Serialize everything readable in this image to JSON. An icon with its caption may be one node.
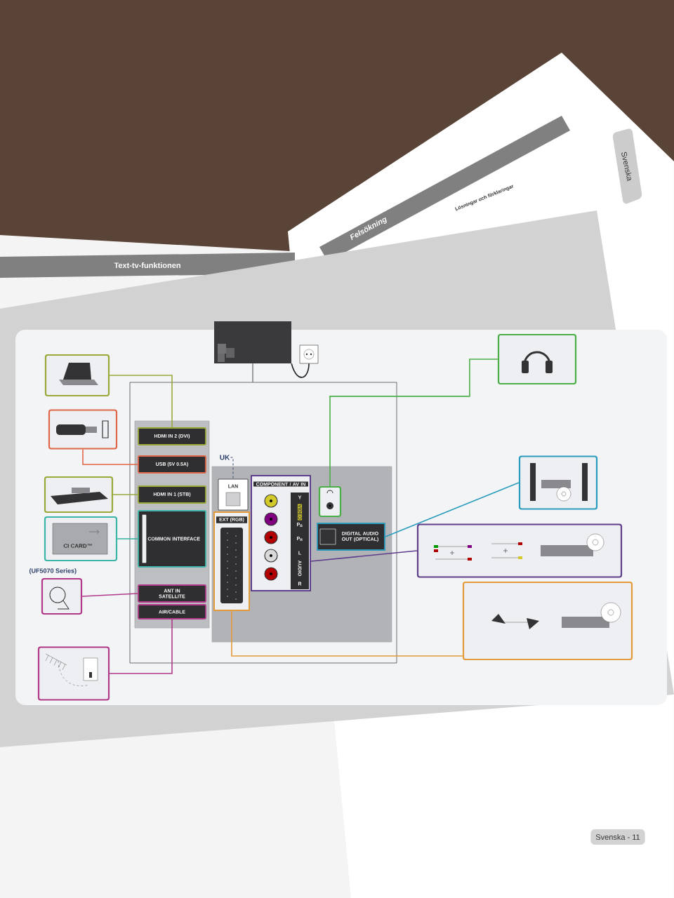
{
  "diagram": {
    "nodes": [
      {
        "text": [],
        "shape": "picture"
      },
      {
        "text": [],
        "shape": "picture"
      },
      {
        "text": [],
        "shape": "picture"
      },
      {
        "text": [
          "CI CARD™"
        ]
      },
      {
        "text": [],
        "shape": "picture",
        "beside": [
          "(UF5070 Series)"
        ]
      },
      {
        "text": [],
        "shape": "picture"
      },
      {
        "text": [],
        "shape": "picture"
      },
      {
        "text": [],
        "shape": "picture"
      },
      {
        "text": [],
        "shape": "picture"
      },
      {
        "text": [],
        "shape": "picture"
      },
      {
        "text": [],
        "shape": "picture"
      },
      {
        "text": [],
        "shape": "picture"
      },
      {
        "text": [],
        "shape": "box"
      },
      {
        "text": [],
        "shape": "box",
        "in": 12
      },
      {
        "text": [
          "HDMI IN 2 (DVI)"
        ],
        "in": 13
      },
      {
        "text": [
          "USB (5V 0.5A)"
        ],
        "in": 13
      },
      {
        "text": [
          "HDMI IN 1 (STB)"
        ],
        "in": 13
      },
      {
        "text": [
          "COMMON INTERFACE"
        ],
        "in": 13
      },
      {
        "text": [
          "ANT IN",
          "SATELLITE"
        ],
        "in": 13
      },
      {
        "text": [
          "AIR/CABLE"
        ],
        "in": 13
      },
      {
        "text": [],
        "shape": "box",
        "in": 12
      },
      {
        "text": [
          "UK"
        ],
        "in": 12
      },
      {
        "text": [
          "LAN"
        ],
        "in": 20
      },
      {
        "text": [
          "EXT (RGB)"
        ],
        "in": 20
      },
      {
        "text": [
          "COMPONENT / AV IN",
          "Y",
          "P$_{B}$",
          "P$_{R}$",
          "VIDEO",
          "L",
          "AUDIO",
          "R"
        ],
        "in": 20
      },
      {
        "text": [],
        "shape": "picture",
        "in": 20
      },
      {
        "text": [
          "DIGITAL AUDIO OUT (OPTICAL)"
        ],
        "in": 20
      }
    ],
    "edges": [
      {
        "from": 0,
        "to": 14,
        "arrow": "none",
        "color": "#9aa83a"
      },
      {
        "from": 1,
        "to": 15,
        "arrow": "none",
        "color": "#e0674a"
      },
      {
        "from": 2,
        "to": 16,
        "arrow": "none",
        "color": "#9aa83a"
      },
      {
        "from": 3,
        "to": 17,
        "arrow": "none",
        "color": "#3db5a8"
      },
      {
        "from": 4,
        "to": 18,
        "arrow": "none",
        "color": "#b0398a"
      },
      {
        "from": 5,
        "to": 19,
        "arrow": "none",
        "color": "#b0398a"
      },
      {
        "from": 6,
        "to": 7,
        "arrow": "none",
        "color": "#222222"
      },
      {
        "from": 6,
        "to": 12,
        "arrow": "none",
        "color": "#333333"
      },
      {
        "from": 21,
        "to": 22,
        "arrow": "none",
        "style": "dashed",
        "color": "#2b3f6b"
      },
      {
        "from": 8,
        "to": 25,
        "arrow": "none",
        "color": "#4cae48"
      },
      {
        "from": 26,
        "to": 9,
        "arrow": "none",
        "color": "#2a9bbd"
      },
      {
        "from": 24,
        "to": 10,
        "arrow": "none",
        "color": "#5e3d8a"
      },
      {
        "from": 23,
        "to": 11,
        "arrow": "none",
        "color": "#e39a3a"
      }
    ],
    "labels": [
      "Text-tv-funktionen",
      "Felsökning",
      "Lösningar och förklaringar",
      "Svenska",
      "Svenska - 11"
    ]
  }
}
